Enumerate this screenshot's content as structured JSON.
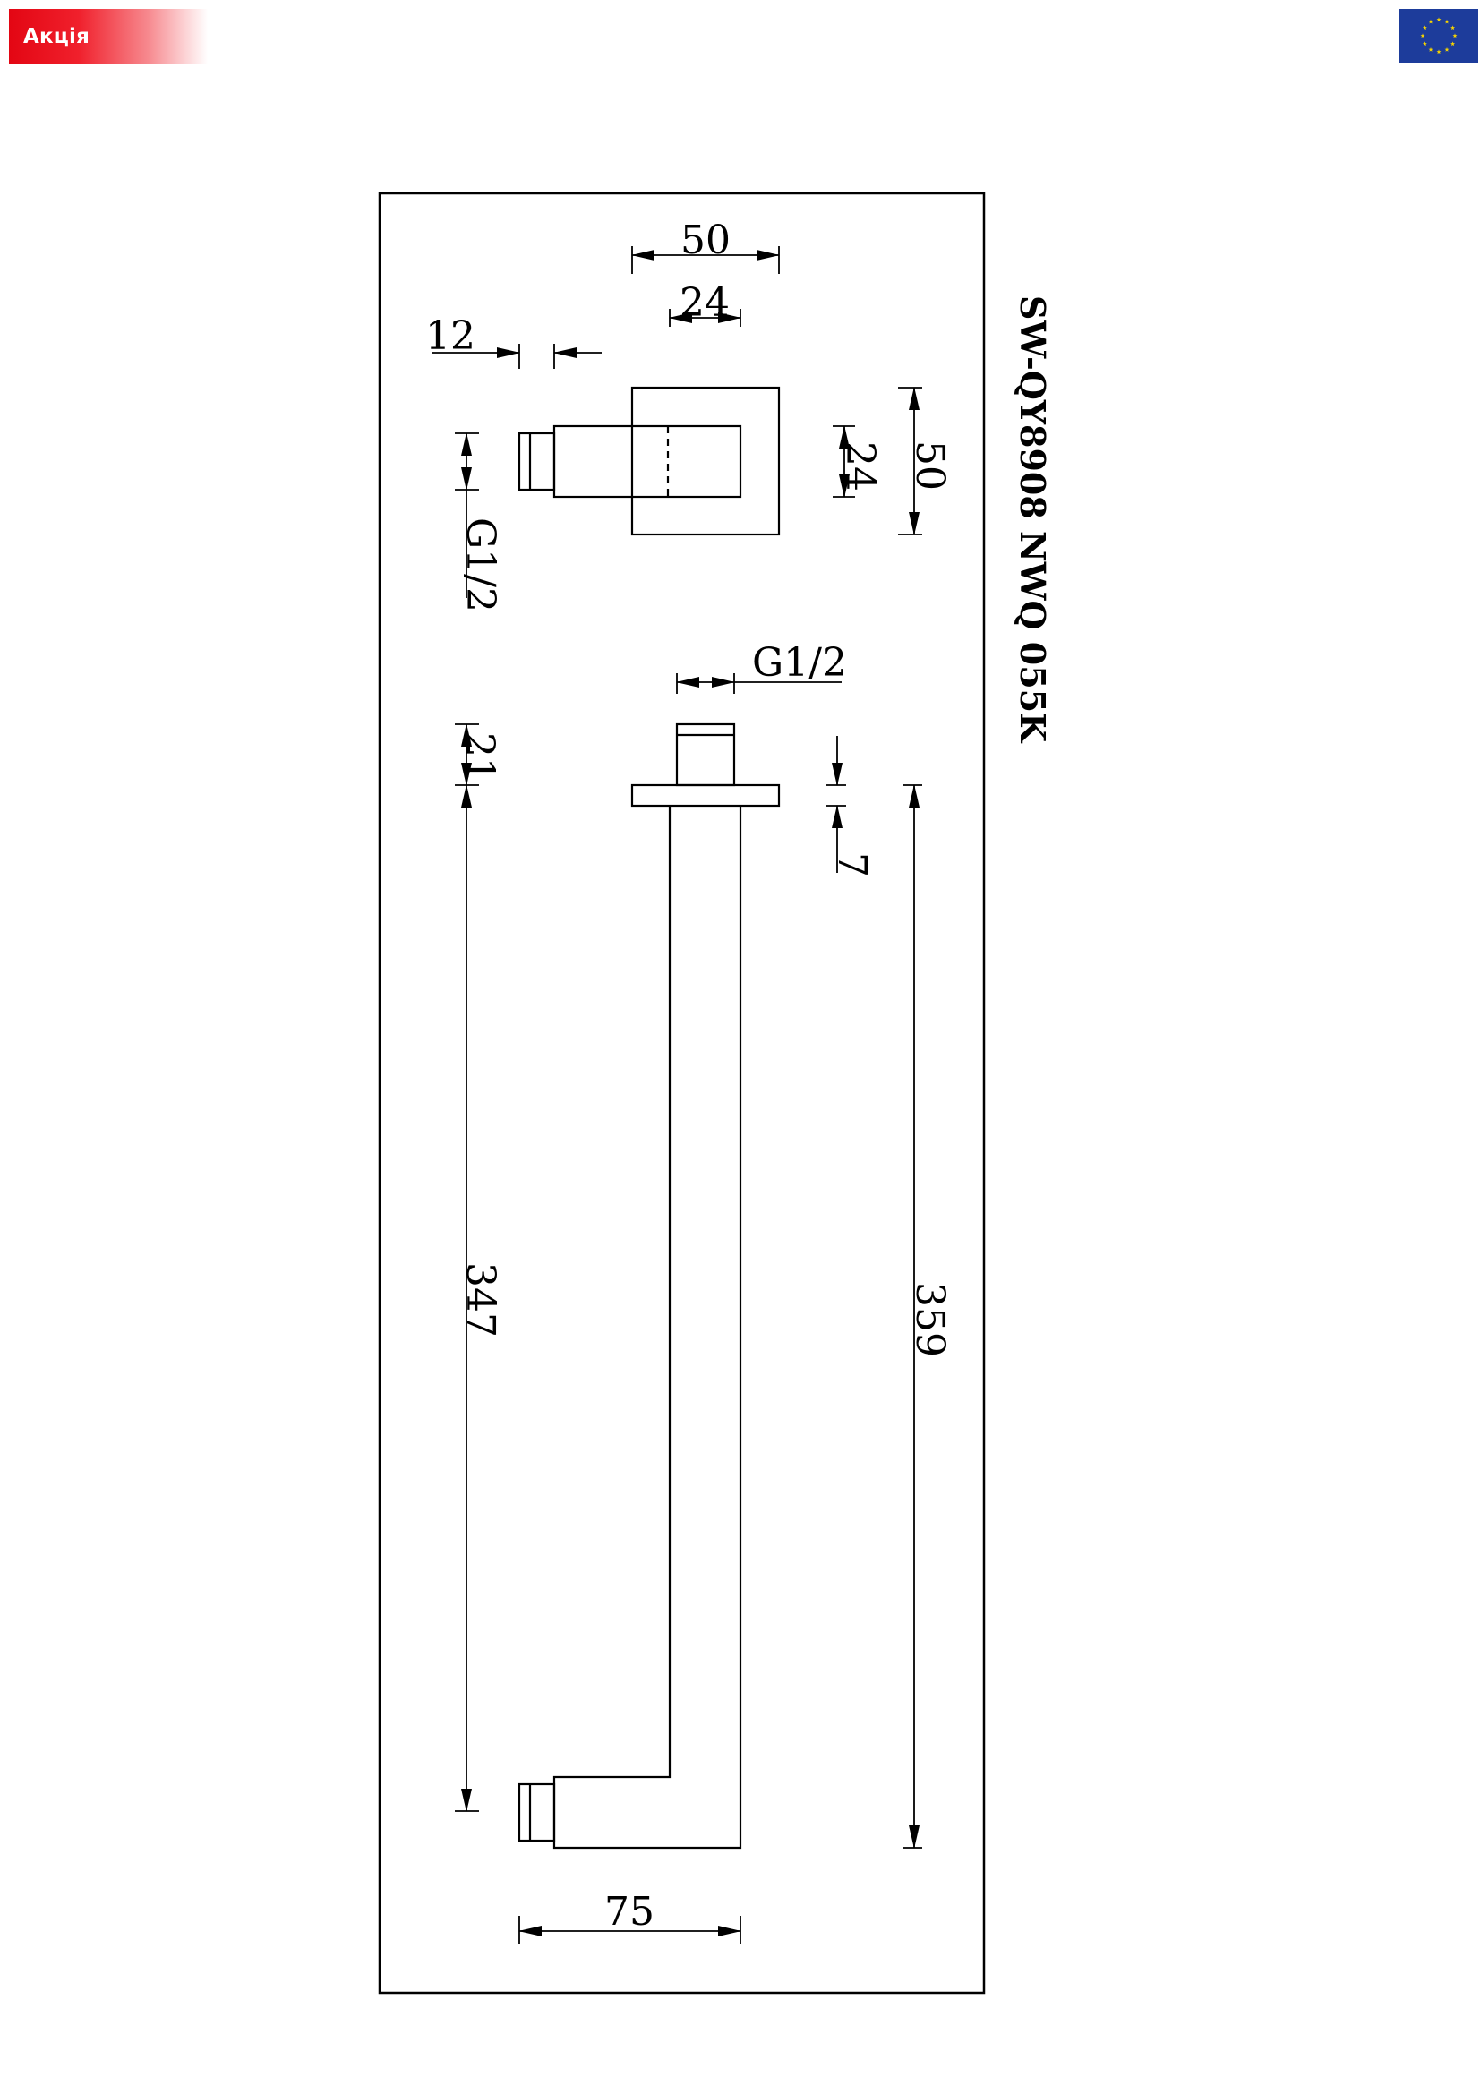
{
  "badge": {
    "label": "Акція",
    "color": "#e30613"
  },
  "flag": {
    "name": "eu-flag-icon",
    "background": "#1d3c9b",
    "stars": "#f5d300"
  },
  "drawing": {
    "title": "SW-QY8908 NWQ 055K",
    "dims": {
      "top_width_50": "50",
      "top_width_24": "24",
      "depth_12": "12",
      "thread_top": "G1/2",
      "side_height_24": "24",
      "side_height_50": "50",
      "thread_arm": "G1/2",
      "flange_21": "21",
      "flange_7": "7",
      "length_347": "347",
      "length_359": "359",
      "offset_75": "75"
    }
  }
}
